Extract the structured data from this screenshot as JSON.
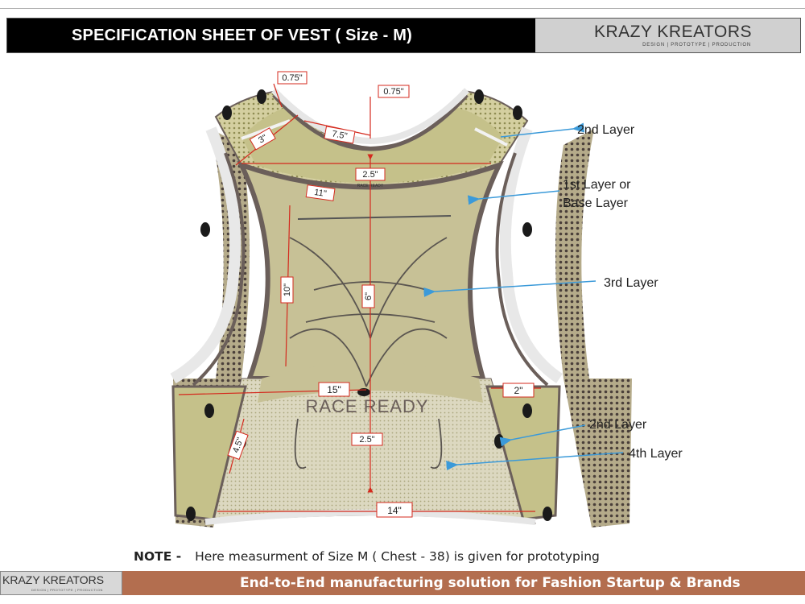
{
  "header": {
    "title": "SPECIFICATION SHEET OF VEST (  Size - M)",
    "brand": "KRAZY KREATORS",
    "tagline": "DESIGN  |  PROTOTYPE  |  PRODUCTION"
  },
  "diagram": {
    "logo_text": "RACE READY",
    "print_text": "RACE READY",
    "measurements": [
      {
        "id": "m1",
        "label": "0.75\""
      },
      {
        "id": "m2",
        "label": "0.75\""
      },
      {
        "id": "m3",
        "label": "7.5\""
      },
      {
        "id": "m4",
        "label": "3\""
      },
      {
        "id": "m5",
        "label": "2.5\""
      },
      {
        "id": "m6",
        "label": "11\""
      },
      {
        "id": "m7",
        "label": "10\""
      },
      {
        "id": "m8",
        "label": "6\""
      },
      {
        "id": "m9",
        "label": "15\""
      },
      {
        "id": "m10",
        "label": "2\""
      },
      {
        "id": "m11",
        "label": "2.5\""
      },
      {
        "id": "m12",
        "label": "4.5\""
      },
      {
        "id": "m13",
        "label": "14\""
      }
    ],
    "layers": [
      {
        "id": "l1",
        "label": "2nd Layer"
      },
      {
        "id": "l2a",
        "label": "1st Layer or"
      },
      {
        "id": "l2b",
        "label": "Base Layer"
      },
      {
        "id": "l3",
        "label": "3rd Layer"
      },
      {
        "id": "l4",
        "label": "2nd Layer"
      },
      {
        "id": "l5",
        "label": "4th Layer"
      }
    ],
    "colors": {
      "olive": "#b9b77d",
      "olive_light": "#d4cfa0",
      "olive_dark": "#8f8c52",
      "trim": "#6b5f5a",
      "binding": "#e4e4e4",
      "dimension": "#d42a1e",
      "arrow": "#3b9ad9"
    }
  },
  "note": {
    "label": "NOTE -",
    "text": "Here measurment of Size M ( Chest - 38) is given for prototyping"
  },
  "footer": {
    "brand": "KRAZY KREATORS",
    "tagline": "DESIGN  |  PROTOTYPE  |  PRODUCTION",
    "slogan": "End-to-End manufacturing solution for Fashion Startup & Brands"
  }
}
